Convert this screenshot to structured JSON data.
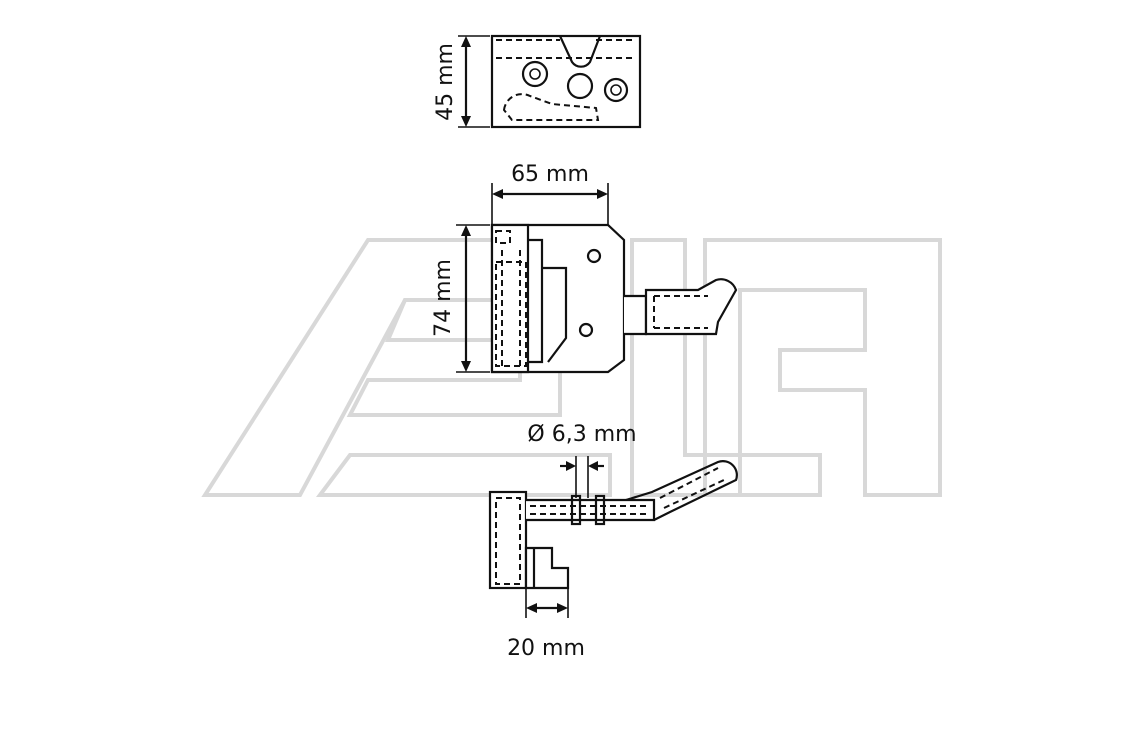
{
  "dimensions": {
    "height_top": "45 mm",
    "width": "65 mm",
    "height_front": "74 mm",
    "pin_diameter": "Ø 6,3 mm",
    "depth": "20 mm"
  },
  "watermark_icon": "logo-watermark-icon",
  "colors": {
    "line": "#111111",
    "watermark": "#d8d8d8"
  }
}
